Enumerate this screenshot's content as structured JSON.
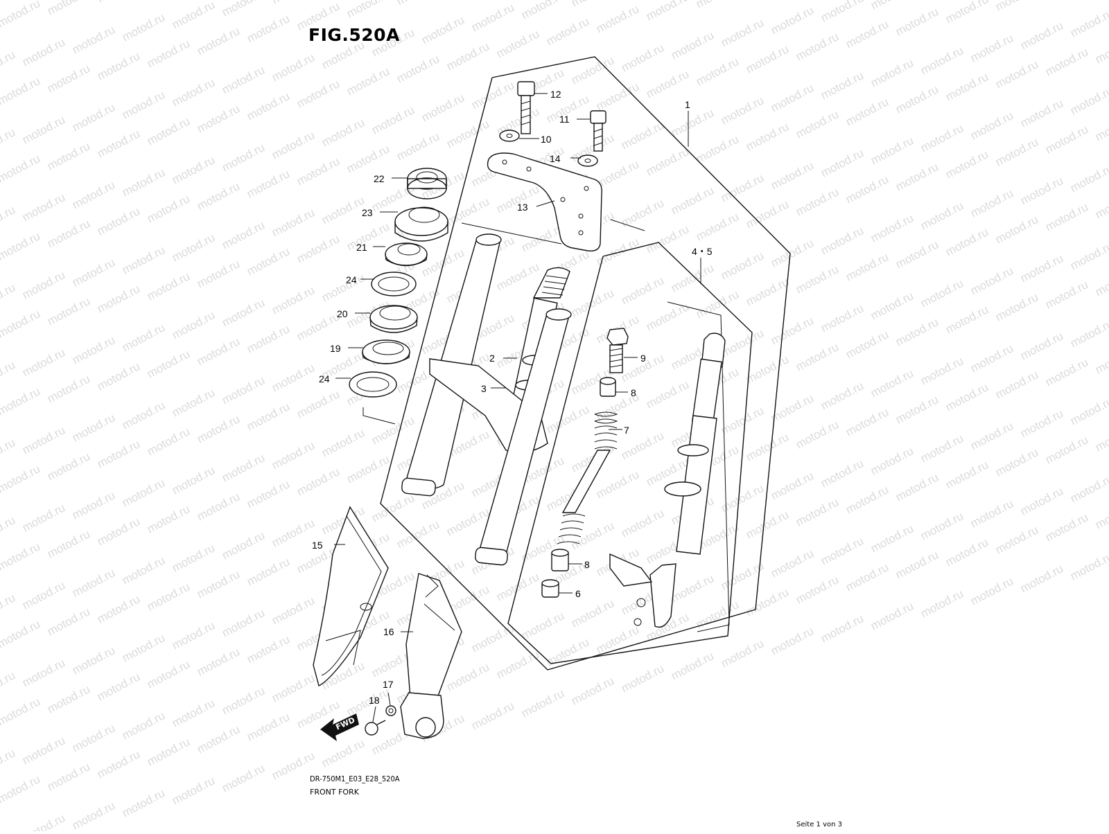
{
  "figure": {
    "title": "FIG.520A",
    "drawing_code": "DR-750M1_E03_E28_520A",
    "caption": "FRONT FORK",
    "page_indicator": "Seite 1 von 3",
    "watermark": "motod.ru",
    "direction_label": "FWD"
  },
  "callouts": [
    {
      "id": "12",
      "label": "12"
    },
    {
      "id": "11",
      "label": "11"
    },
    {
      "id": "10",
      "label": "10"
    },
    {
      "id": "14",
      "label": "14"
    },
    {
      "id": "1",
      "label": "1"
    },
    {
      "id": "22",
      "label": "22"
    },
    {
      "id": "23",
      "label": "23"
    },
    {
      "id": "13",
      "label": "13"
    },
    {
      "id": "21",
      "label": "21"
    },
    {
      "id": "4-5",
      "label": "4・5"
    },
    {
      "id": "24a",
      "label": "24"
    },
    {
      "id": "20",
      "label": "20"
    },
    {
      "id": "19",
      "label": "19"
    },
    {
      "id": "2",
      "label": "2"
    },
    {
      "id": "9",
      "label": "9"
    },
    {
      "id": "24b",
      "label": "24"
    },
    {
      "id": "3",
      "label": "3"
    },
    {
      "id": "8a",
      "label": "8"
    },
    {
      "id": "7",
      "label": "7"
    },
    {
      "id": "15",
      "label": "15"
    },
    {
      "id": "8b",
      "label": "8"
    },
    {
      "id": "6",
      "label": "6"
    },
    {
      "id": "16",
      "label": "16"
    },
    {
      "id": "17",
      "label": "17"
    },
    {
      "id": "18",
      "label": "18"
    }
  ]
}
